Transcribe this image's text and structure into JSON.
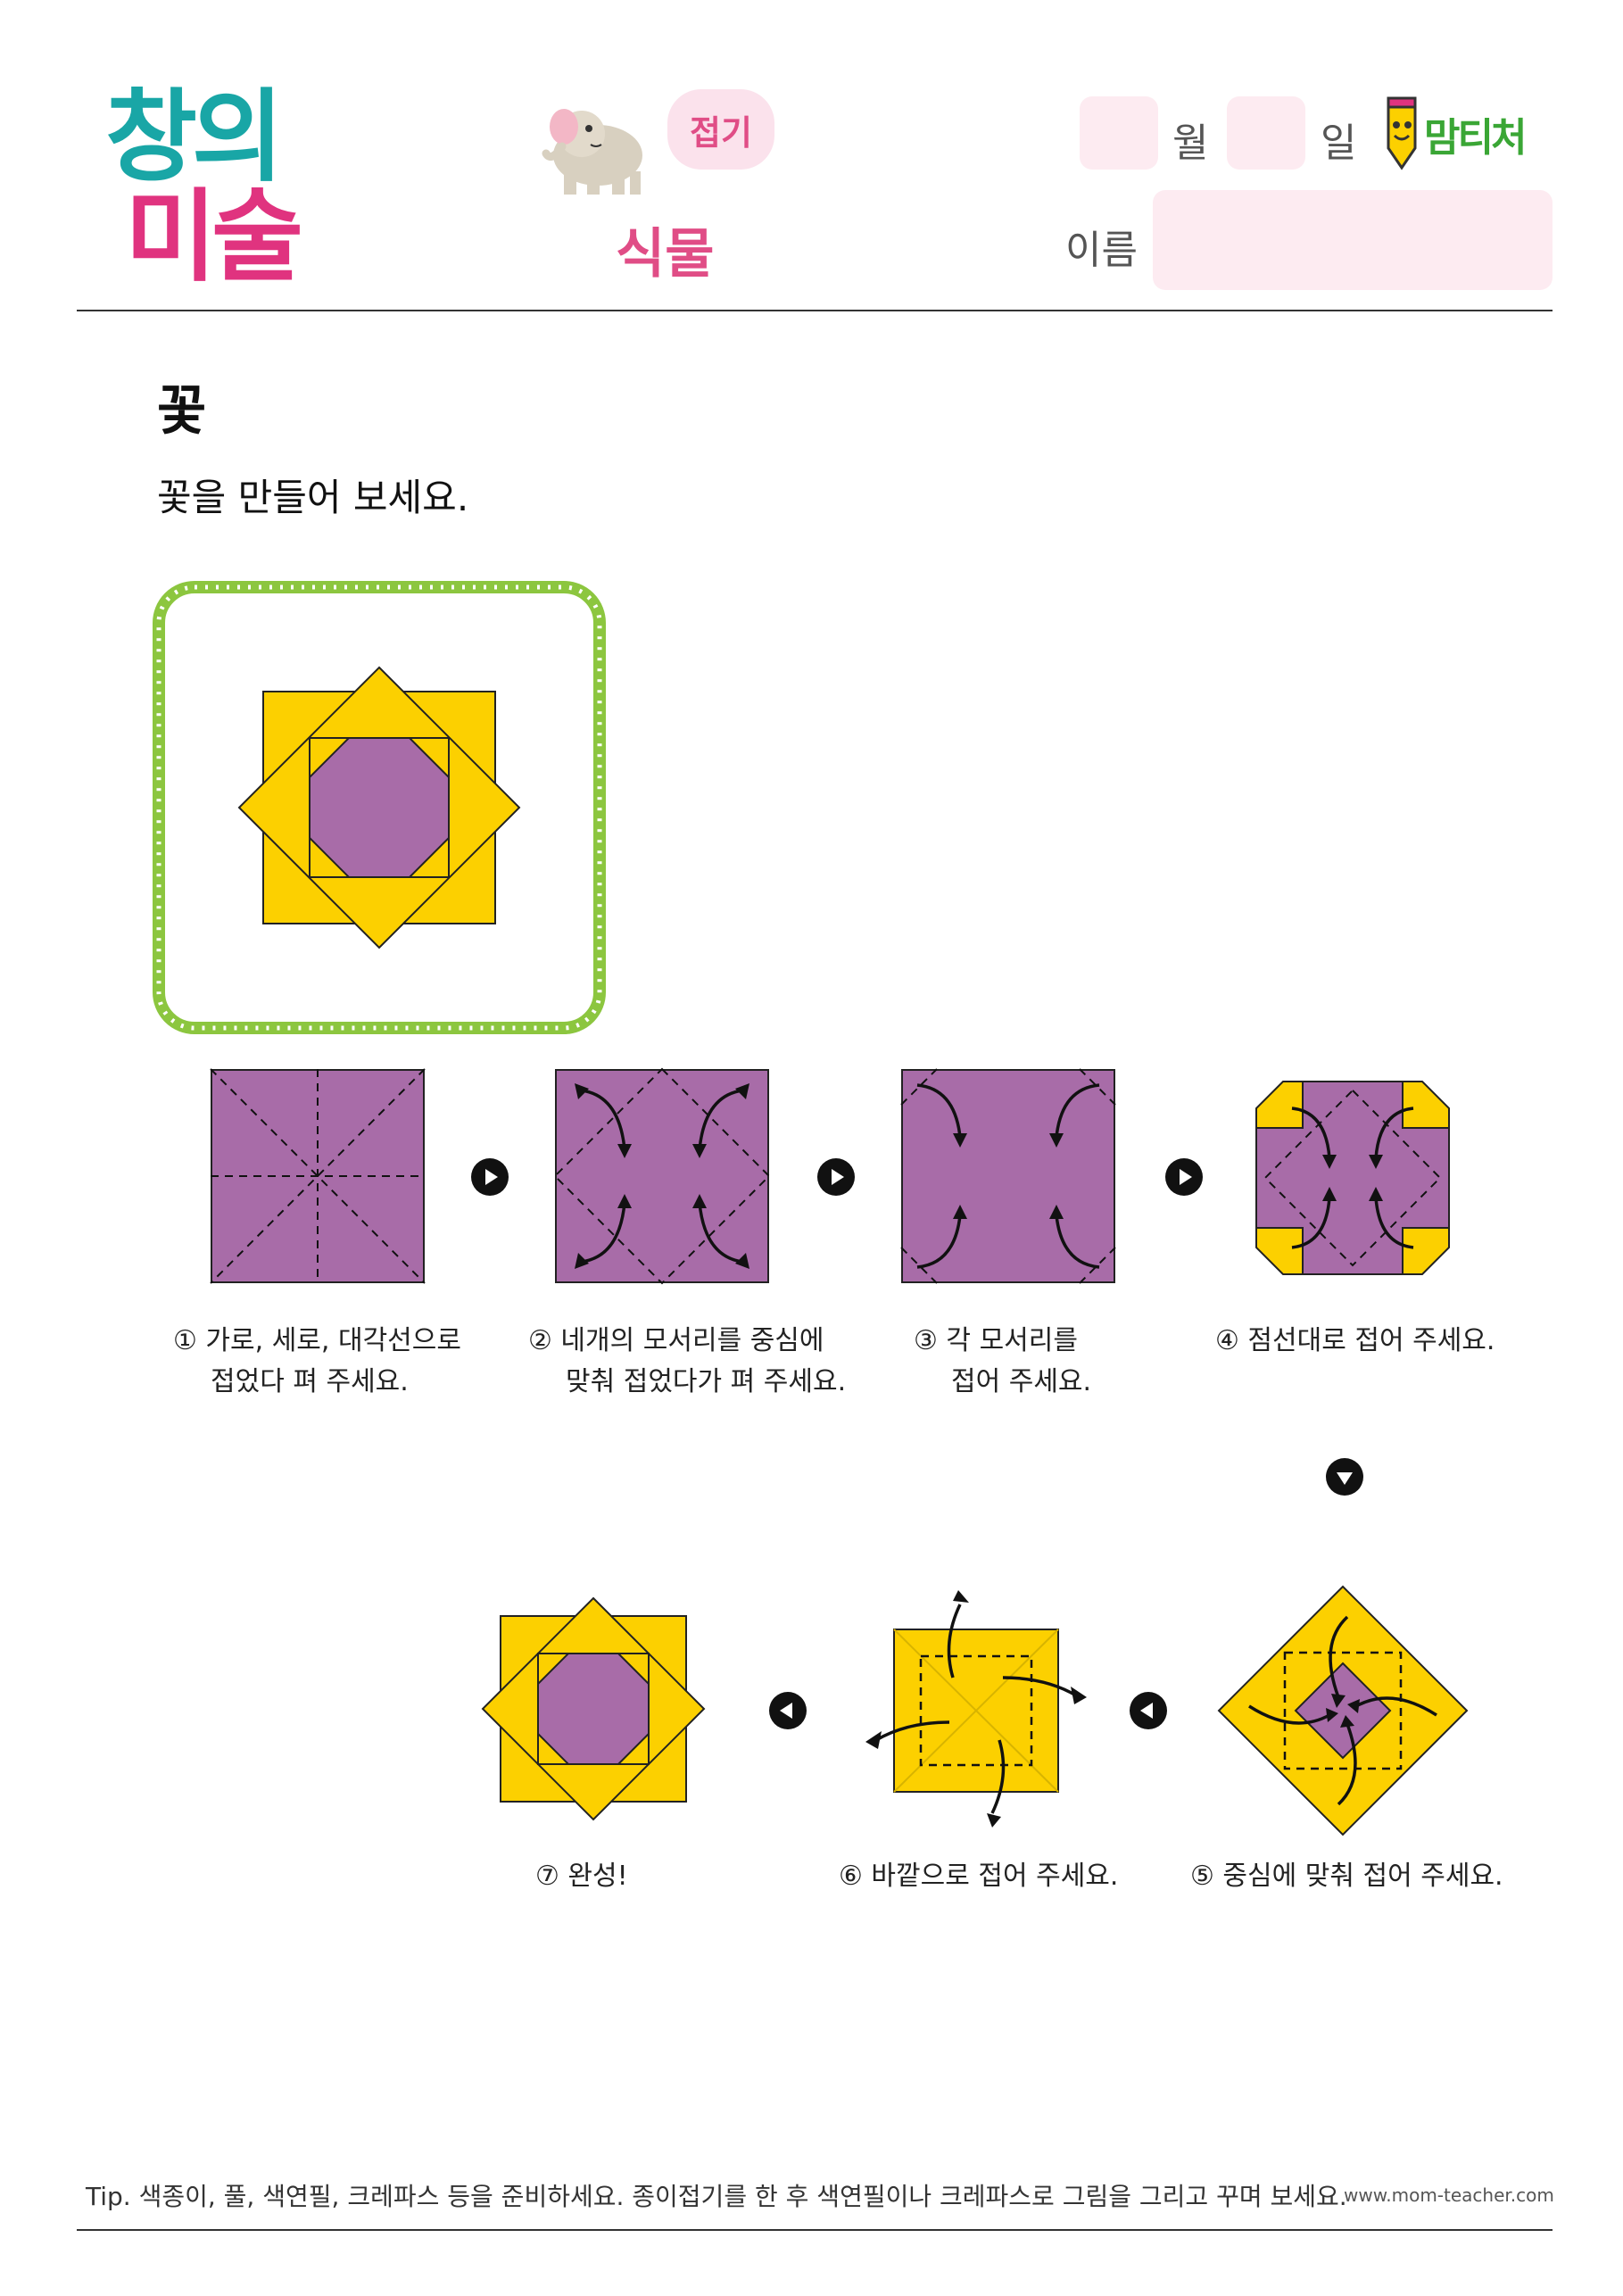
{
  "header": {
    "logo_line1": "창의",
    "logo_line2": "미술",
    "category_tag": "접기",
    "subject": "식물",
    "month_label": "월",
    "day_label": "일",
    "name_label": "이름",
    "brand": "맘티처"
  },
  "title": "꽃",
  "instruction": "꽃을 만들어 보세요.",
  "steps": [
    {
      "line1": "① 가로, 세로, 대각선으로",
      "line2": "접었다 펴 주세요."
    },
    {
      "line1": "② 네개의 모서리를 중심에",
      "line2": "맞춰 접었다가 펴 주세요."
    },
    {
      "line1": "③ 각 모서리를",
      "line2": "접어 주세요."
    },
    {
      "line1": "④ 점선대로 접어 주세요.",
      "line2": ""
    },
    {
      "line1": "⑤ 중심에 맞춰 접어 주세요.",
      "line2": ""
    },
    {
      "line1": "⑥ 바깥으로 접어 주세요.",
      "line2": ""
    },
    {
      "line1": "⑦ 완성!",
      "line2": ""
    }
  ],
  "footer": {
    "tip": "Tip. 색종이, 풀, 색연필, 크레파스 등을 준비하세요. 종이접기를 한 후 색연필이나 크레파스로 그림을 그리고 꾸며 보세요.",
    "url": "www.mom-teacher.com"
  },
  "colors": {
    "purple": "#a86ca8",
    "yellow": "#fcd000",
    "logo_teal": "#19a6a6",
    "logo_pink": "#e0337f",
    "frame_green": "#8cc63f",
    "accent_pink": "#e04d86"
  },
  "icons": [
    "elephant-icon",
    "pencil-mascot-icon",
    "play-right-icon",
    "play-down-icon",
    "play-left-icon"
  ]
}
